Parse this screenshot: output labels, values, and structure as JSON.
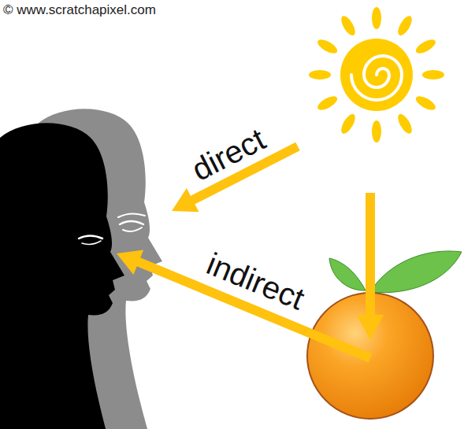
{
  "diagram": {
    "labels": [
      "© www.scratchapixel.com",
      "direct",
      "indirect"
    ]
  }
}
